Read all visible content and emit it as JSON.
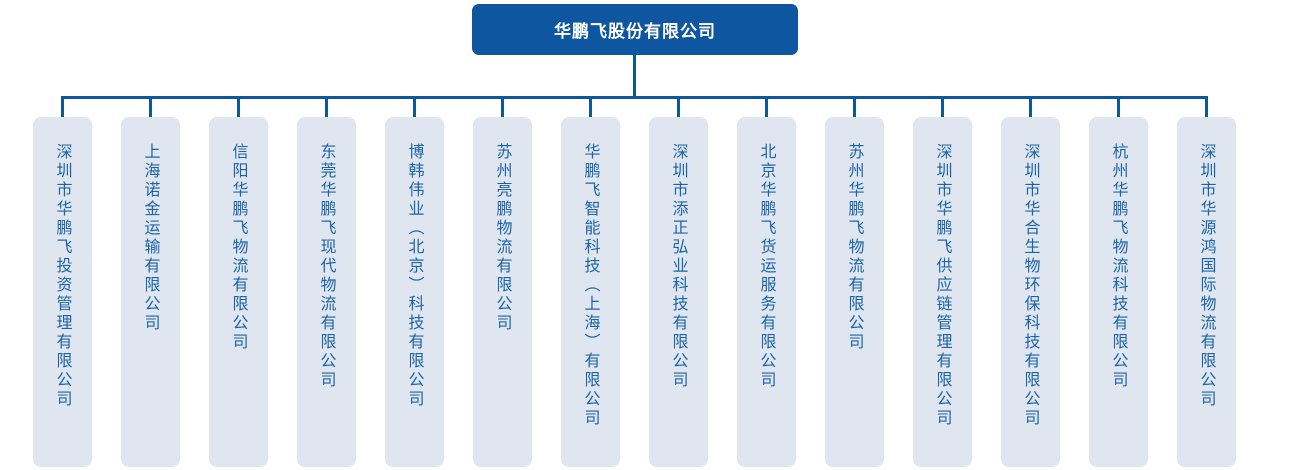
{
  "colors": {
    "primary-blue": "#0e56a0",
    "line-color": "#0e56a0",
    "child-bg": "#dfe6f0",
    "child-text": "#1c64a6",
    "root-text": "#ffffff"
  },
  "org_chart": {
    "root": {
      "name": "华鹏飞股份有限公司"
    },
    "subsidiaries": [
      {
        "name": "深圳市华鹏飞投资管理有限公司"
      },
      {
        "name": "上海诺金运输有限公司"
      },
      {
        "name": "信阳华鹏飞物流有限公司"
      },
      {
        "name": "东莞华鹏飞现代物流有限公司"
      },
      {
        "name": "博韩伟业（北京）科技有限公司"
      },
      {
        "name": "苏州亮鹏物流有限公司"
      },
      {
        "name": "华鹏飞智能科技（上海）有限公司"
      },
      {
        "name": "深圳市添正弘业科技有限公司"
      },
      {
        "name": "北京华鹏飞货运服务有限公司"
      },
      {
        "name": "苏州华鹏飞物流有限公司"
      },
      {
        "name": "深圳市华鹏飞供应链管理有限公司"
      },
      {
        "name": "深圳市华合生物环保科技有限公司"
      },
      {
        "name": "杭州华鹏飞物流科技有限公司"
      },
      {
        "name": "深圳市华源鸿国际物流有限公司"
      }
    ]
  }
}
